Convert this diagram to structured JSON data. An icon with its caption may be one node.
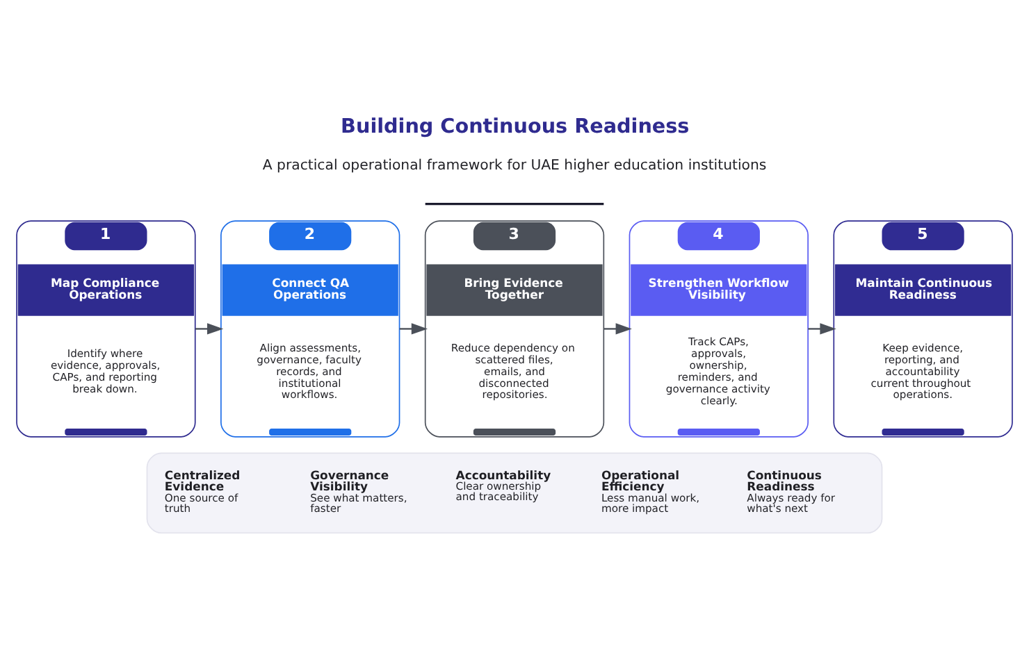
{
  "diagram": {
    "title": "Building Continuous Readiness",
    "nodes": [
      {
        "text": [
          "1",
          "Map Compliance Operations",
          "Identify where evidence, approvals, CAPs, and reporting break down."
        ]
      },
      {
        "text": [
          "2",
          "Connect QA Operations",
          "Align assessments, governance, faculty records, and institutional workflows."
        ]
      },
      {
        "text": [
          "3",
          "Bring Evidence Together",
          "Reduce dependency on scattered files, emails, and disconnected repositories."
        ]
      },
      {
        "text": [
          "4",
          "Strengthen Workflow Visibility",
          "Track CAPs, approvals, ownership, reminders, and governance activity clearly."
        ]
      },
      {
        "text": [
          "5",
          "Maintain Continuous Readiness",
          "Keep evidence, reporting, and accountability current throughout operations."
        ]
      },
      {
        "text": [
          "Centralized Evidence",
          "One source of truth",
          "Governance Visibility",
          "See what matters, faster",
          "Accountability",
          "Clear ownership and traceability",
          "Operational Efficiency",
          "Less manual work, more impact",
          "Continuous Readiness",
          "Always ready for what's next"
        ]
      }
    ],
    "edges": [
      {
        "from": 0,
        "to": 1,
        "arrow": "to"
      },
      {
        "from": 1,
        "to": 2,
        "arrow": "to"
      },
      {
        "from": 2,
        "to": 3,
        "arrow": "to"
      },
      {
        "from": 3,
        "to": 4,
        "arrow": "to"
      }
    ],
    "labels": [
      "A practical operational framework for UAE higher education institutions"
    ]
  }
}
